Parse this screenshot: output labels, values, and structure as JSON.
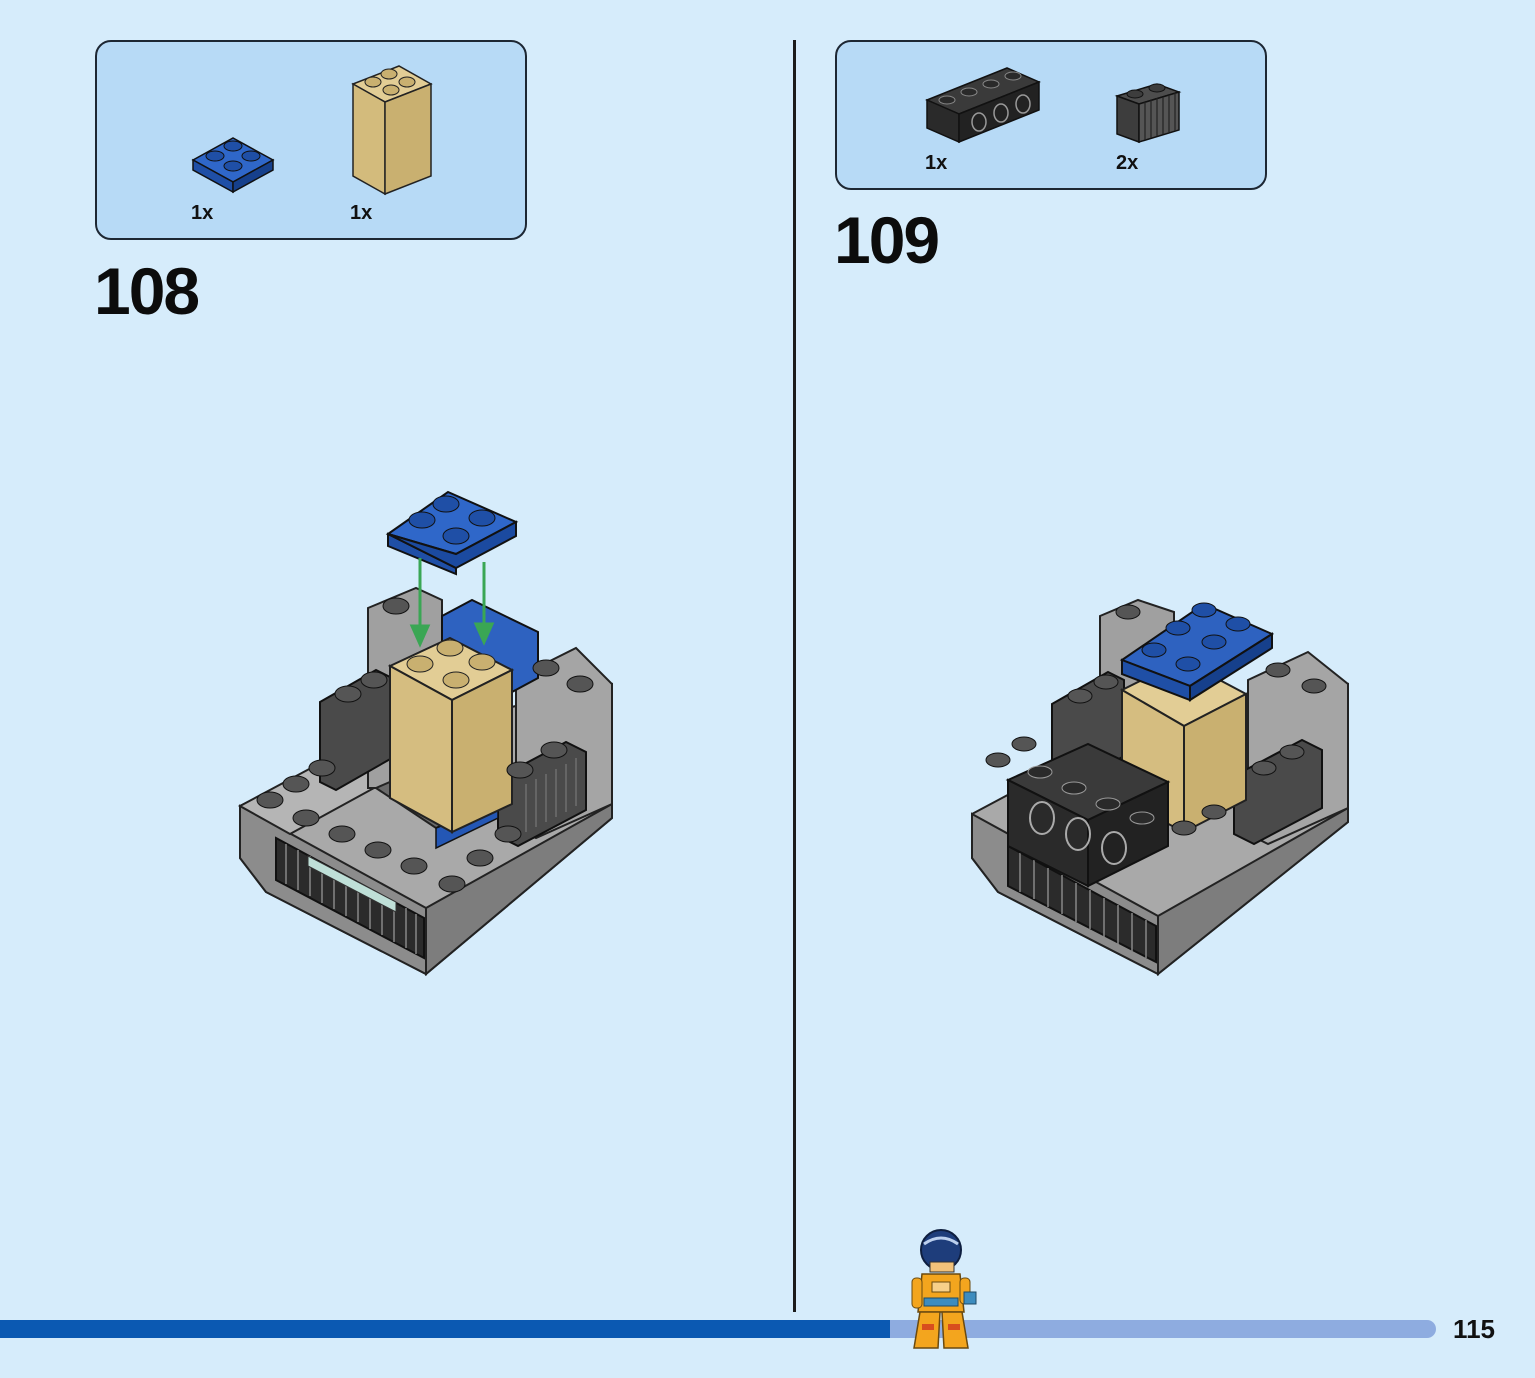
{
  "page": {
    "number": "115"
  },
  "steps": [
    {
      "number": "108",
      "parts": [
        {
          "qty": "1x",
          "name": "blue-2x2-plate",
          "color": "#2457b5"
        },
        {
          "qty": "1x",
          "name": "tan-2x2-brick",
          "color": "#d8c186"
        }
      ]
    },
    {
      "number": "109",
      "parts": [
        {
          "qty": "1x",
          "name": "black-1x4-technic-brick",
          "color": "#2b2b2b"
        },
        {
          "qty": "2x",
          "name": "dark-grey-1x2-grille-brick",
          "color": "#555555"
        }
      ]
    }
  ],
  "progress": {
    "fraction": 0.62,
    "done_color": "#0b59b2",
    "remaining_color": "#8eace0"
  },
  "colors": {
    "background": "#d6ecfb",
    "parts_box": "#b7daf6",
    "arrow": "#3aa654",
    "grey": "#9b9b9b",
    "dark_grey": "#5a5a5a",
    "black": "#2a2a2a"
  }
}
